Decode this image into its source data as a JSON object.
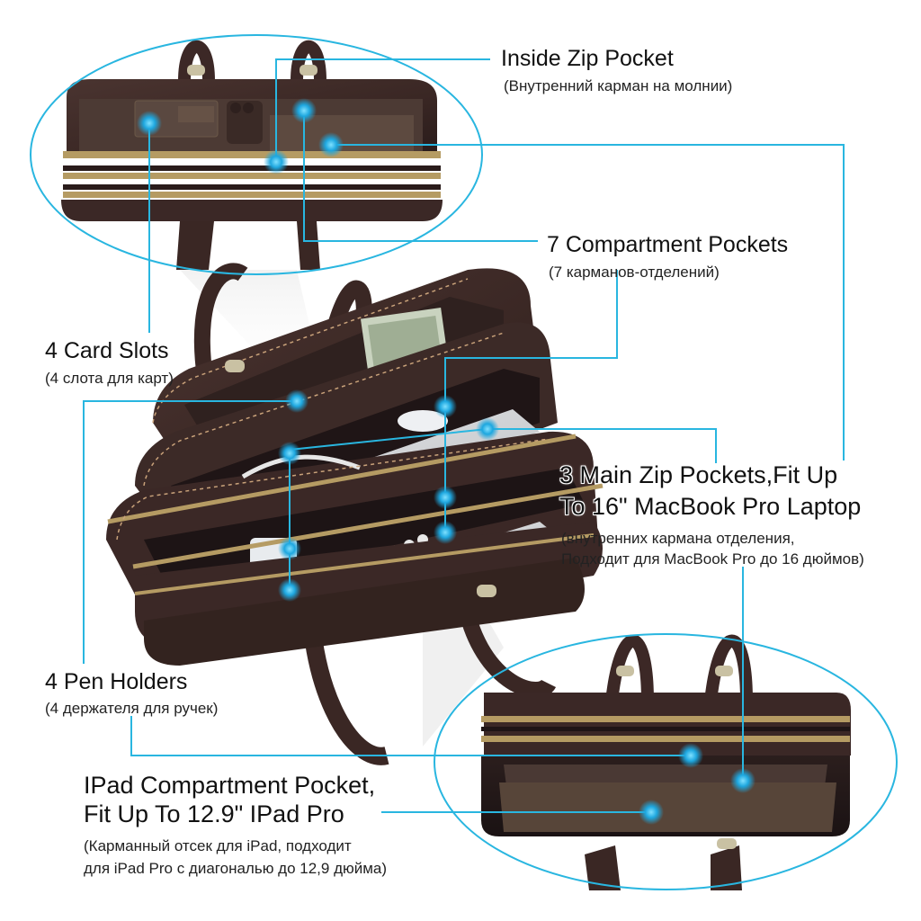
{
  "features": {
    "inside_zip_pocket": {
      "title": "Inside Zip Pocket",
      "subtitle": "(Внутренний карман на молнии)"
    },
    "compartment_pockets": {
      "title": "7 Compartment Pockets",
      "subtitle": "(7 карманов-отделений)"
    },
    "card_slots": {
      "title": "4 Card Slots",
      "subtitle": "(4 слота для карт)"
    },
    "main_zip_pockets": {
      "title_line1": "3 Main Zip Pockets,Fit Up",
      "title_line2": "To 16\" MacBook Pro Laptop",
      "subtitle_line1": "(внутренних кармана отделения,",
      "subtitle_line2": "Подходит для MacBook Pro до 16 дюймов)"
    },
    "pen_holders": {
      "title": "4 Pen Holders",
      "subtitle": "(4 держателя для ручек)"
    },
    "ipad_pocket": {
      "title_line1": "IPad Compartment Pocket,",
      "title_line2": "Fit Up To 12.9\" IPad Pro",
      "subtitle_line1": "(Карманный отсек для iPad, подходит",
      "subtitle_line2": "для iPad Pro с диагональю до 12,9 дюйма)"
    }
  },
  "colors": {
    "callout": "#29b6e0",
    "leather": "#3e2a26",
    "leather_dark": "#24171a",
    "stitch": "#c9a27a",
    "zipper": "#b59b63",
    "laptop": "#d7d9dc"
  }
}
